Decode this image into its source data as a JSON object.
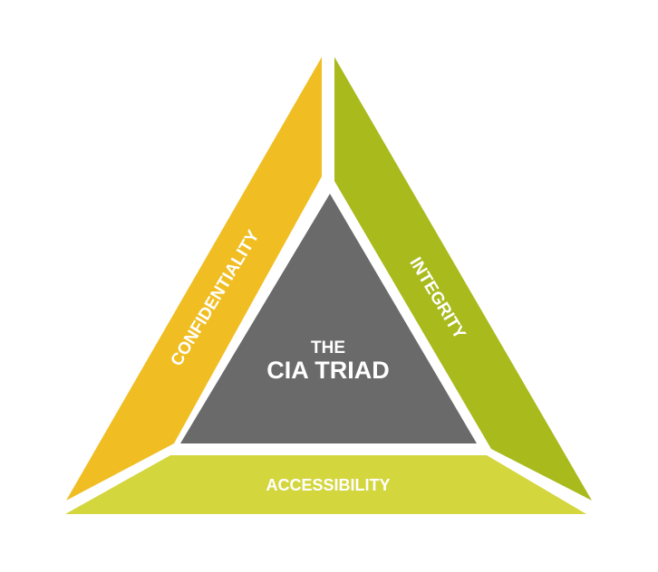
{
  "diagram": {
    "center": {
      "line1": "THE",
      "line2": "CIA TRIAD"
    },
    "segments": {
      "left": {
        "label": "CONFIDENTIALITY",
        "color": "#F0BE23"
      },
      "right": {
        "label": "INTEGRITY",
        "color": "#A9BA1C"
      },
      "bottom": {
        "label": "ACCESSIBILITY",
        "color": "#D3D63D"
      }
    },
    "center_color": "#6A6A6A"
  }
}
